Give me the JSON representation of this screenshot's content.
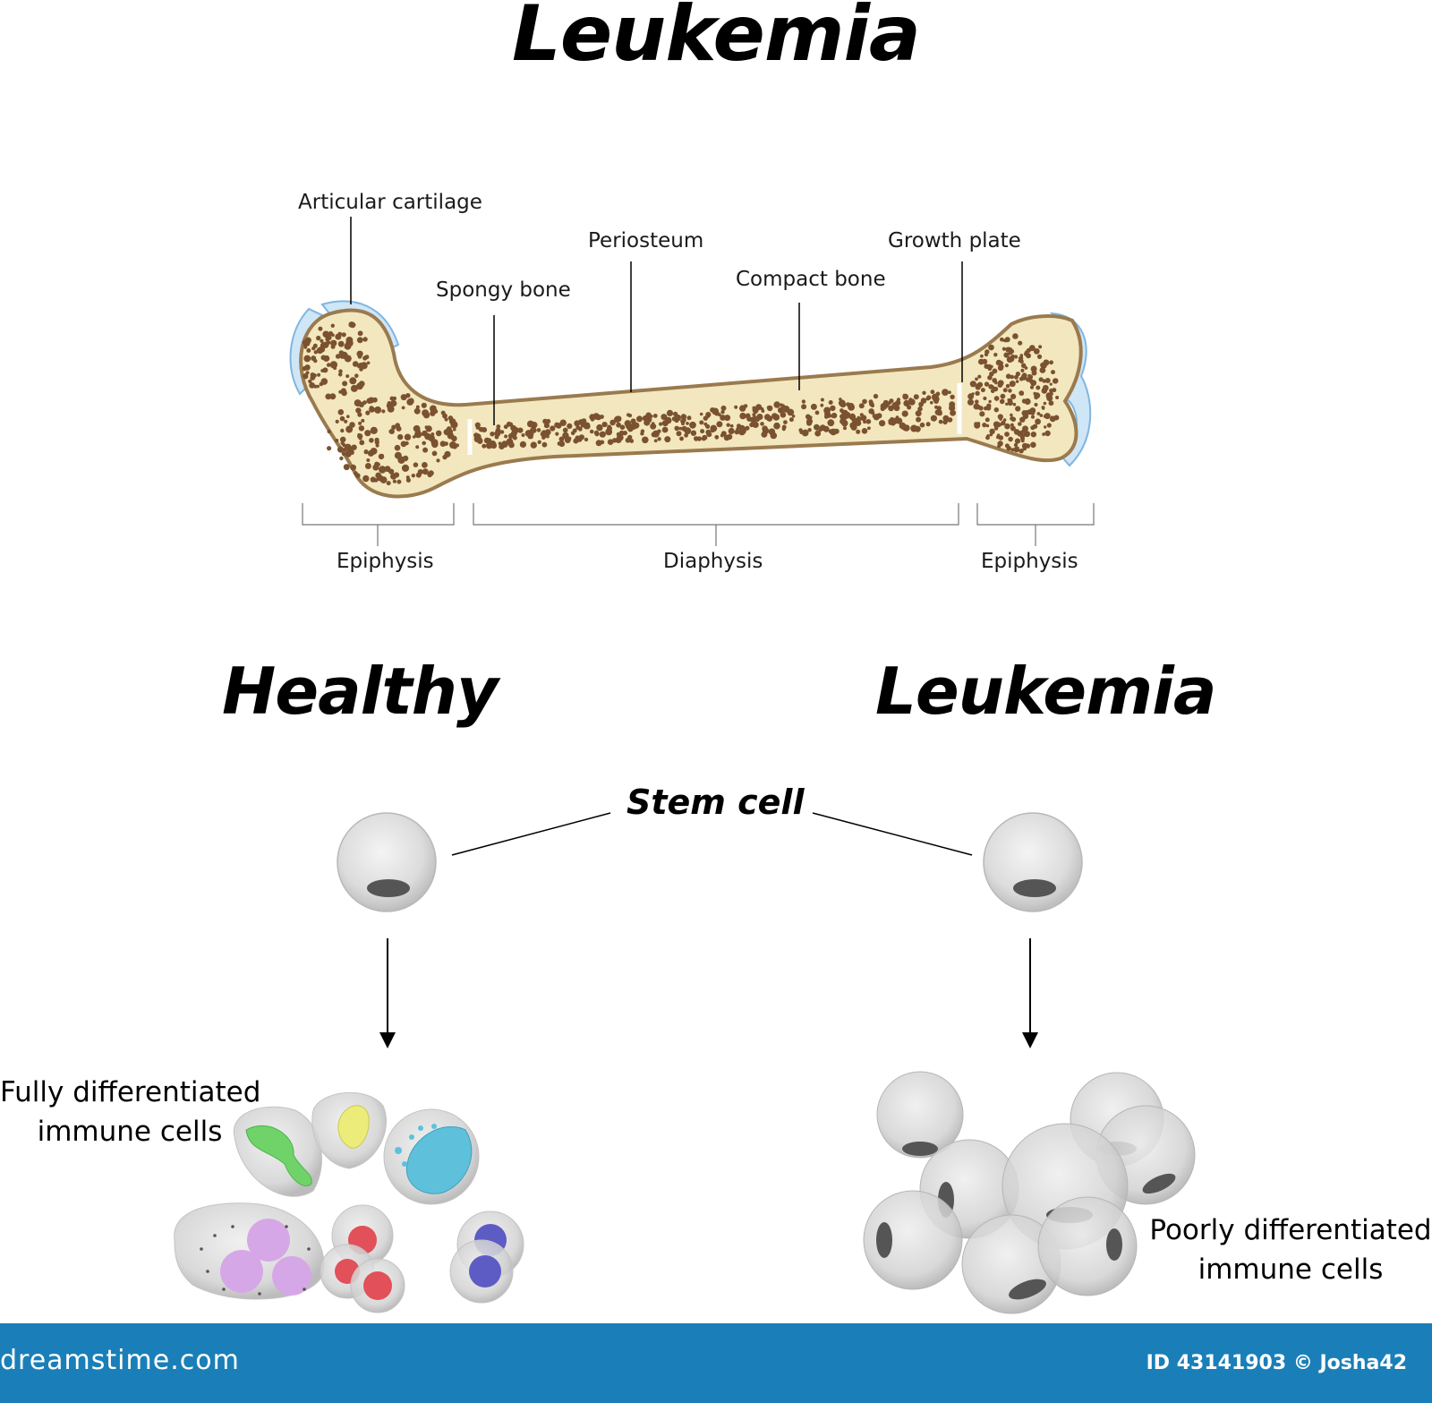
{
  "title": "Leukemia",
  "bone": {
    "labels": {
      "articular_cartilage": "Articular cartilage",
      "periosteum": "Periosteum",
      "spongy_bone": "Spongy bone",
      "compact_bone": "Compact bone",
      "growth_plate": "Growth plate",
      "epiphysis_left": "Epiphysis",
      "diaphysis": "Diaphysis",
      "epiphysis_right": "Epiphysis"
    },
    "colors": {
      "bone": "#f3e7bf",
      "outline": "#9a7a4e",
      "spots": "#7a5230",
      "cartilage": "#bfdff4"
    }
  },
  "healthy": {
    "title": "Healthy",
    "result_label_line1": "Fully differentiated",
    "result_label_line2": "immune cells"
  },
  "leukemia": {
    "title": "Leukemia",
    "result_label_line1": "Poorly differentiated",
    "result_label_line2": "immune cells"
  },
  "stem_cell_label": "Stem cell",
  "footer": {
    "brand": "dreamstime.com",
    "id_text": "ID 43141903 © Josha42",
    "color": "#1a7fb8"
  }
}
